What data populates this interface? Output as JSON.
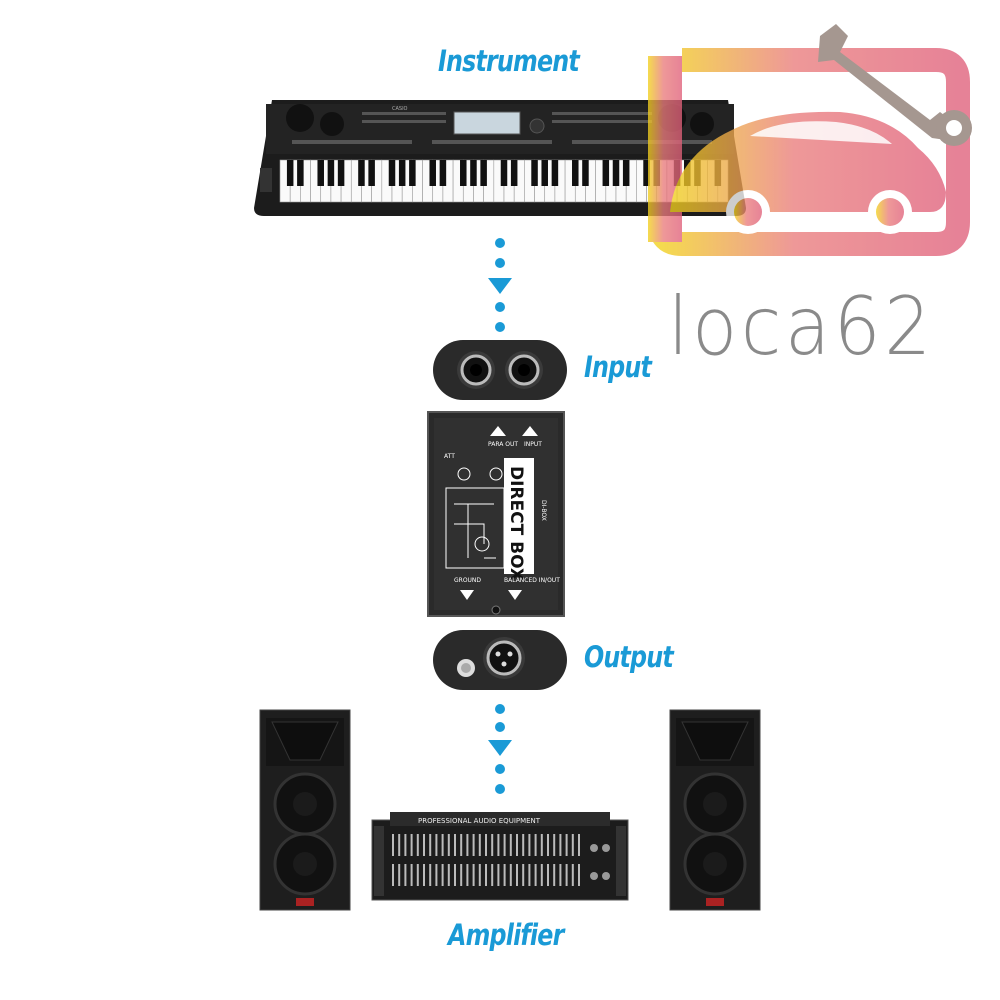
{
  "labels": {
    "instrument": "Instrument",
    "input": "Input",
    "output": "Output",
    "amplifier": "Amplifier"
  },
  "watermark": {
    "text": "loca62",
    "icon": "car-wrench-logo"
  },
  "keyboard": {
    "brand": "CASIO"
  },
  "dibox": {
    "title": "DIRECT BOX",
    "model": "DI-BOX",
    "ground": "GROUND",
    "balanced": "BALANCED IN/OUT",
    "para_out": "PARA OUT",
    "input": "INPUT",
    "att": "ATT"
  },
  "rack": {
    "title": "PROFESSIONAL AUDIO EQUIPMENT"
  },
  "colors": {
    "accent": "#1a9ad6",
    "device": "#222222"
  }
}
